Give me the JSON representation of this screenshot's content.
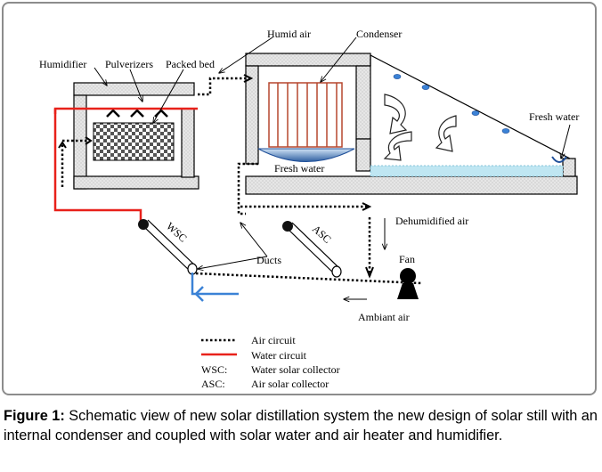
{
  "labels": {
    "humid_air": "Humid air",
    "condenser": "Condenser",
    "humidifier": "Humidifier",
    "pulverizers": "Pulverizers",
    "packed_bed": "Packed bed",
    "fresh_water_top": "Fresh water",
    "fresh_water_bottom": "Fresh water",
    "wsc": "WSC",
    "asc": "ASC",
    "dehumidified_air": "Dehumidified air",
    "ducts": "Ducts",
    "fan": "Fan",
    "ambiant_air": "Ambiant air"
  },
  "legend": [
    {
      "symbol": "dotted-line",
      "text": "Air circuit"
    },
    {
      "symbol": "red-line",
      "text": "Water circuit"
    },
    {
      "symbol": "WSC:",
      "text": "Water solar collector"
    },
    {
      "symbol": "ASC:",
      "text": "Air solar collector"
    }
  ],
  "caption": {
    "bold": "Figure 1:",
    "text": " Schematic view of new solar distillation system the new design of solar still   with an internal condenser and coupled with solar water and air heater and humidifier."
  },
  "colors": {
    "water_circuit": "#e8211a",
    "inlet_arrow": "#3b82d6",
    "wall_fill": "#e6e6e6",
    "condenser_tubes": "#b5472e",
    "basin_water": "#bfe6f2",
    "collector_dish": "#2f5fa0"
  }
}
